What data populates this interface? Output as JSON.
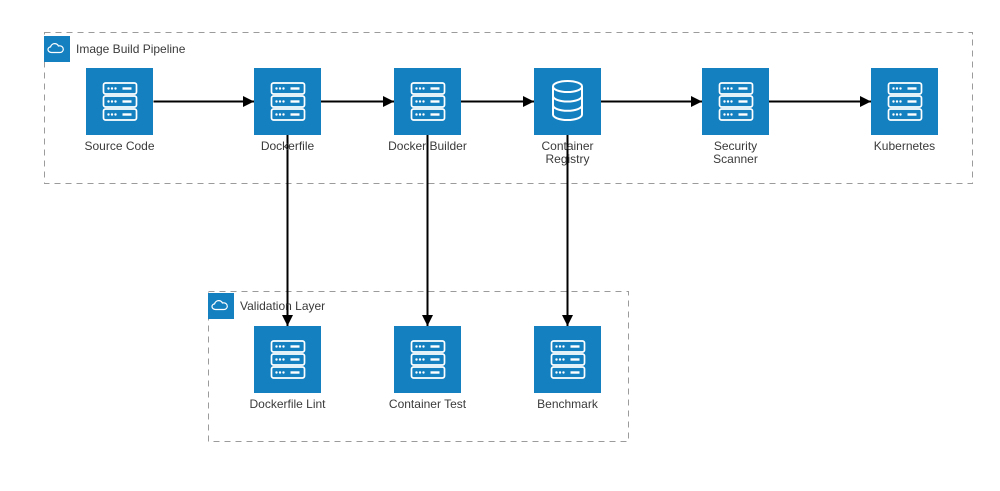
{
  "diagram": {
    "groups": [
      {
        "id": "image-build-pipeline",
        "label": "Image Build Pipeline",
        "icon": "cloud-icon"
      },
      {
        "id": "validation-layer",
        "label": "Validation Layer",
        "icon": "cloud-icon"
      }
    ],
    "nodes": [
      {
        "id": "source-code",
        "label": "Source Code",
        "icon": "server-rack-icon",
        "group": "image-build-pipeline"
      },
      {
        "id": "dockerfile",
        "label": "Dockerfile",
        "icon": "server-rack-icon",
        "group": "image-build-pipeline"
      },
      {
        "id": "docker-builder",
        "label": "Docker Builder",
        "icon": "server-rack-icon",
        "group": "image-build-pipeline"
      },
      {
        "id": "container-registry",
        "label": "Container Registry",
        "icon": "database-icon",
        "group": "image-build-pipeline"
      },
      {
        "id": "security-scanner",
        "label": "Security Scanner",
        "icon": "server-rack-icon",
        "group": "image-build-pipeline"
      },
      {
        "id": "kubernetes",
        "label": "Kubernetes",
        "icon": "server-rack-icon",
        "group": "image-build-pipeline"
      },
      {
        "id": "dockerfile-lint",
        "label": "Dockerfile Lint",
        "icon": "server-rack-icon",
        "group": "validation-layer"
      },
      {
        "id": "container-test",
        "label": "Container Test",
        "icon": "server-rack-icon",
        "group": "validation-layer"
      },
      {
        "id": "benchmark",
        "label": "Benchmark",
        "icon": "server-rack-icon",
        "group": "validation-layer"
      }
    ],
    "edges": [
      {
        "from": "source-code",
        "to": "dockerfile"
      },
      {
        "from": "dockerfile",
        "to": "docker-builder"
      },
      {
        "from": "docker-builder",
        "to": "container-registry"
      },
      {
        "from": "container-registry",
        "to": "security-scanner"
      },
      {
        "from": "security-scanner",
        "to": "kubernetes"
      },
      {
        "from": "dockerfile",
        "to": "dockerfile-lint"
      },
      {
        "from": "docker-builder",
        "to": "container-test"
      },
      {
        "from": "container-registry",
        "to": "benchmark"
      }
    ],
    "colors": {
      "node_fill": "#1480c0",
      "icon_stroke": "#ffffff",
      "edge": "#000000",
      "group_border": "#9b9b9b",
      "label_text": "#3a3a3a",
      "background": "#ffffff"
    }
  }
}
